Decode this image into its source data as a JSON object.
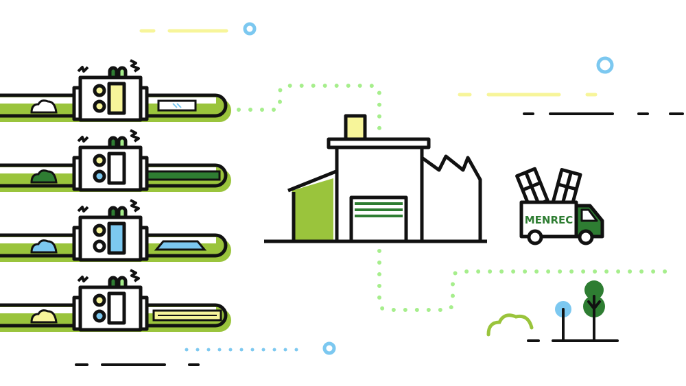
{
  "truck": {
    "logo_text": "MENREC"
  },
  "colors": {
    "lime": "#9ac43c",
    "dark_green": "#2e7d32",
    "dot_green": "#a6ee8c",
    "blue": "#7cc8f0",
    "yellow": "#f7f59a",
    "black": "#111111"
  },
  "production_lines": [
    {
      "material_color": "#ffffff",
      "display_color": "#f7f59a",
      "light_color": "#f7f59a",
      "product": "glass-pane"
    },
    {
      "material_color": "#2e7d32",
      "display_color": "#ffffff",
      "light_color": "#7cc8f0",
      "product": "green-panel"
    },
    {
      "material_color": "#7cc8f0",
      "display_color": "#7cc8f0",
      "light_color": "#ffffff",
      "product": "blue-sheet"
    },
    {
      "material_color": "#f7f59a",
      "display_color": "#ffffff",
      "light_color": "#7cc8f0",
      "product": "yellow-board"
    }
  ]
}
